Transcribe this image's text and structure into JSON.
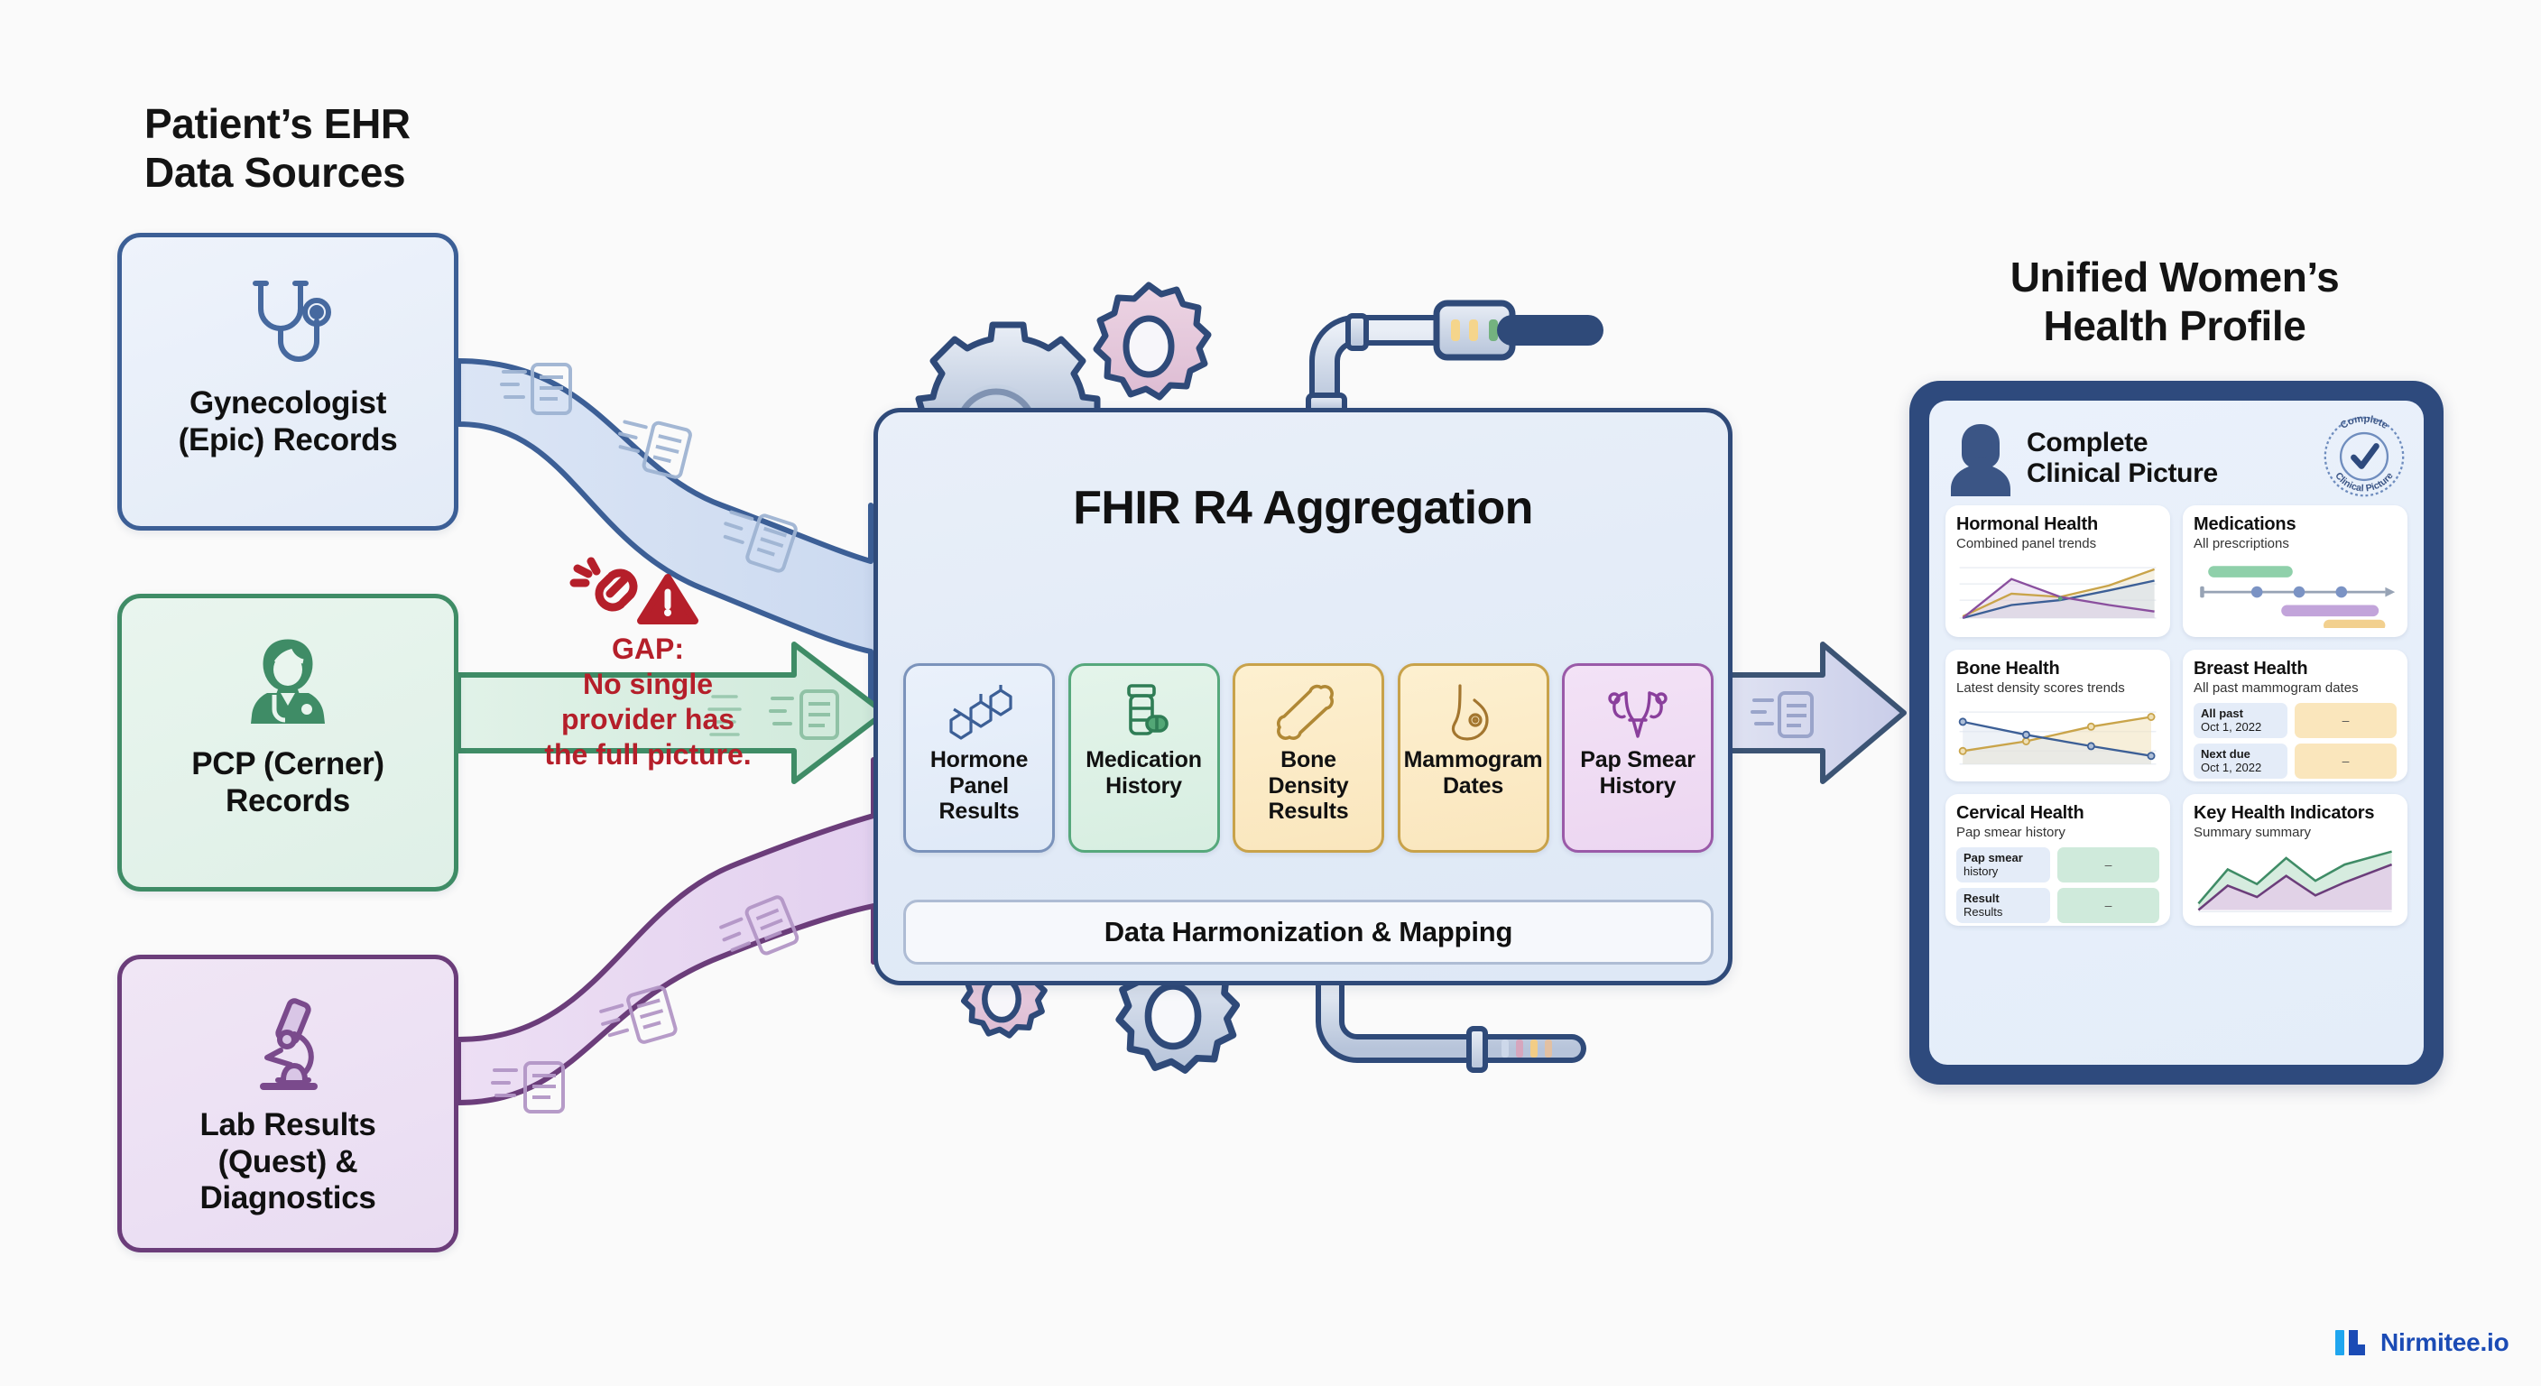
{
  "headings": {
    "left": "Patient’s EHR\nData Sources",
    "left_line1": "Patient’s EHR",
    "left_line2": "Data Sources",
    "right_line1": "Unified Women’s",
    "right_line2": "Health Profile"
  },
  "sources": [
    {
      "id": "gynecologist",
      "icon": "stethoscope-icon",
      "label_line1": "Gynecologist",
      "label_line2": "(Epic) Records",
      "color": "#3c5f96"
    },
    {
      "id": "pcp",
      "icon": "doctor-icon",
      "label_line1": "PCP (Cerner)",
      "label_line2": "Records",
      "color": "#3f8c66"
    },
    {
      "id": "lab",
      "icon": "microscope-icon",
      "label_line1": "Lab Results",
      "label_line2": "(Quest) &",
      "label_line3": "Diagnostics",
      "color": "#6b3d7a"
    }
  ],
  "gap": {
    "icons": [
      "broken-link-icon",
      "warning-triangle-icon"
    ],
    "title": "GAP:",
    "line1": "No single",
    "line2": "provider has",
    "line3": "the full picture.",
    "color": "#b51f2a"
  },
  "hub": {
    "title": "FHIR R4 Aggregation",
    "harmonization": "Data Harmonization & Mapping",
    "cards": [
      {
        "id": "hormone-panel",
        "icon": "hormone-molecule-icon",
        "line1": "Hormone",
        "line2": "Panel",
        "line3": "Results",
        "theme": "blue"
      },
      {
        "id": "medication-history",
        "icon": "pill-bottle-icon",
        "line1": "Medication",
        "line2": "History",
        "theme": "green"
      },
      {
        "id": "bone-density",
        "icon": "bone-icon",
        "line1": "Bone",
        "line2": "Density",
        "line3": "Results",
        "theme": "amber"
      },
      {
        "id": "mammogram-dates",
        "icon": "breast-icon",
        "line1": "Mammogram",
        "line2": "Dates",
        "theme": "amber"
      },
      {
        "id": "pap-smear",
        "icon": "uterus-icon",
        "line1": "Pap Smear",
        "line2": "History",
        "theme": "pink"
      }
    ]
  },
  "tablet": {
    "profile_line1": "Complete",
    "profile_line2": "Clinical Picture",
    "badge_text_top": "Complete",
    "badge_text_bottom": "Clinical Picture",
    "badge_icon": "check-mark-icon",
    "avatar_icon": "woman-avatar-icon",
    "cards": [
      {
        "id": "hormonal-health",
        "title": "Hormonal Health",
        "subtitle": "Combined panel trends",
        "viz": "line-chart"
      },
      {
        "id": "medications",
        "title": "Medications",
        "subtitle": "All prescriptions",
        "viz": "timeline"
      },
      {
        "id": "bone-health",
        "title": "Bone Health",
        "subtitle": "Latest density scores trends",
        "viz": "line-chart"
      },
      {
        "id": "breast-health",
        "title": "Breast Health",
        "subtitle": "All past mammogram dates",
        "viz": "rows",
        "rows": [
          {
            "label": "All past",
            "sub": "Oct 1, 2022",
            "value": "–",
            "tone": "amber"
          },
          {
            "label": "Next due",
            "sub": "Oct 1, 2022",
            "value": "–",
            "tone": "amber"
          }
        ]
      },
      {
        "id": "cervical-health",
        "title": "Cervical Health",
        "subtitle": "Pap smear history",
        "viz": "rows",
        "rows": [
          {
            "label": "Pap smear",
            "sub": "history",
            "value": "–",
            "tone": "green"
          },
          {
            "label": "Result",
            "sub": "Results",
            "value": "–",
            "tone": "green"
          }
        ]
      },
      {
        "id": "key-health-indicators",
        "title": "Key Health Indicators",
        "subtitle": "Summary summary",
        "viz": "area-chart"
      }
    ]
  },
  "footer": {
    "logo_icon": "nirmitee-logo-icon",
    "logo_text": "Nirmitee.io",
    "color": "#1b4bb5"
  },
  "chart_data": [
    {
      "type": "line",
      "title": "Hormonal Health",
      "subtitle": "Combined panel trends",
      "x": [
        0,
        1,
        2,
        3,
        4
      ],
      "series": [
        {
          "name": "panel-a",
          "values": [
            12,
            55,
            62,
            55,
            72
          ],
          "color": "#c9a44a"
        },
        {
          "name": "panel-b",
          "values": [
            5,
            40,
            48,
            52,
            62
          ],
          "color": "#3c5f96"
        },
        {
          "name": "panel-c",
          "values": [
            4,
            70,
            55,
            52,
            22
          ],
          "color": "#8a4f9e"
        }
      ],
      "grid": true,
      "legend": "none"
    },
    {
      "type": "line",
      "title": "Bone Health",
      "subtitle": "Latest density scores trends",
      "x": [
        0,
        1,
        2,
        3
      ],
      "series": [
        {
          "name": "declining-score",
          "values": [
            72,
            54,
            40,
            24
          ],
          "color": "#3c5f96"
        },
        {
          "name": "rising-score",
          "values": [
            30,
            48,
            66,
            82
          ],
          "color": "#c9a44a"
        }
      ],
      "grid": true,
      "legend": "none"
    },
    {
      "type": "area",
      "title": "Key Health Indicators",
      "subtitle": "Summary summary",
      "x": [
        0,
        1,
        2,
        3,
        4,
        5,
        6
      ],
      "series": [
        {
          "name": "indicator-upper",
          "values": [
            18,
            62,
            42,
            78,
            48,
            70,
            95
          ],
          "color": "#3f8c66"
        },
        {
          "name": "indicator-lower",
          "values": [
            6,
            40,
            24,
            56,
            30,
            50,
            80
          ],
          "color": "#6b3d7a"
        }
      ],
      "grid": false,
      "legend": "none"
    },
    {
      "type": "timeline",
      "title": "Medications",
      "subtitle": "All prescriptions",
      "markers": [
        1,
        2,
        3
      ],
      "bars": [
        {
          "name": "rx-green",
          "start": 0.05,
          "end": 0.45,
          "color": "#8fd0aa"
        },
        {
          "name": "rx-purple",
          "start": 0.4,
          "end": 0.92,
          "color": "#c2a4da"
        },
        {
          "name": "rx-amber",
          "start": 0.7,
          "end": 1.0,
          "color": "#f2d08f"
        }
      ]
    }
  ]
}
